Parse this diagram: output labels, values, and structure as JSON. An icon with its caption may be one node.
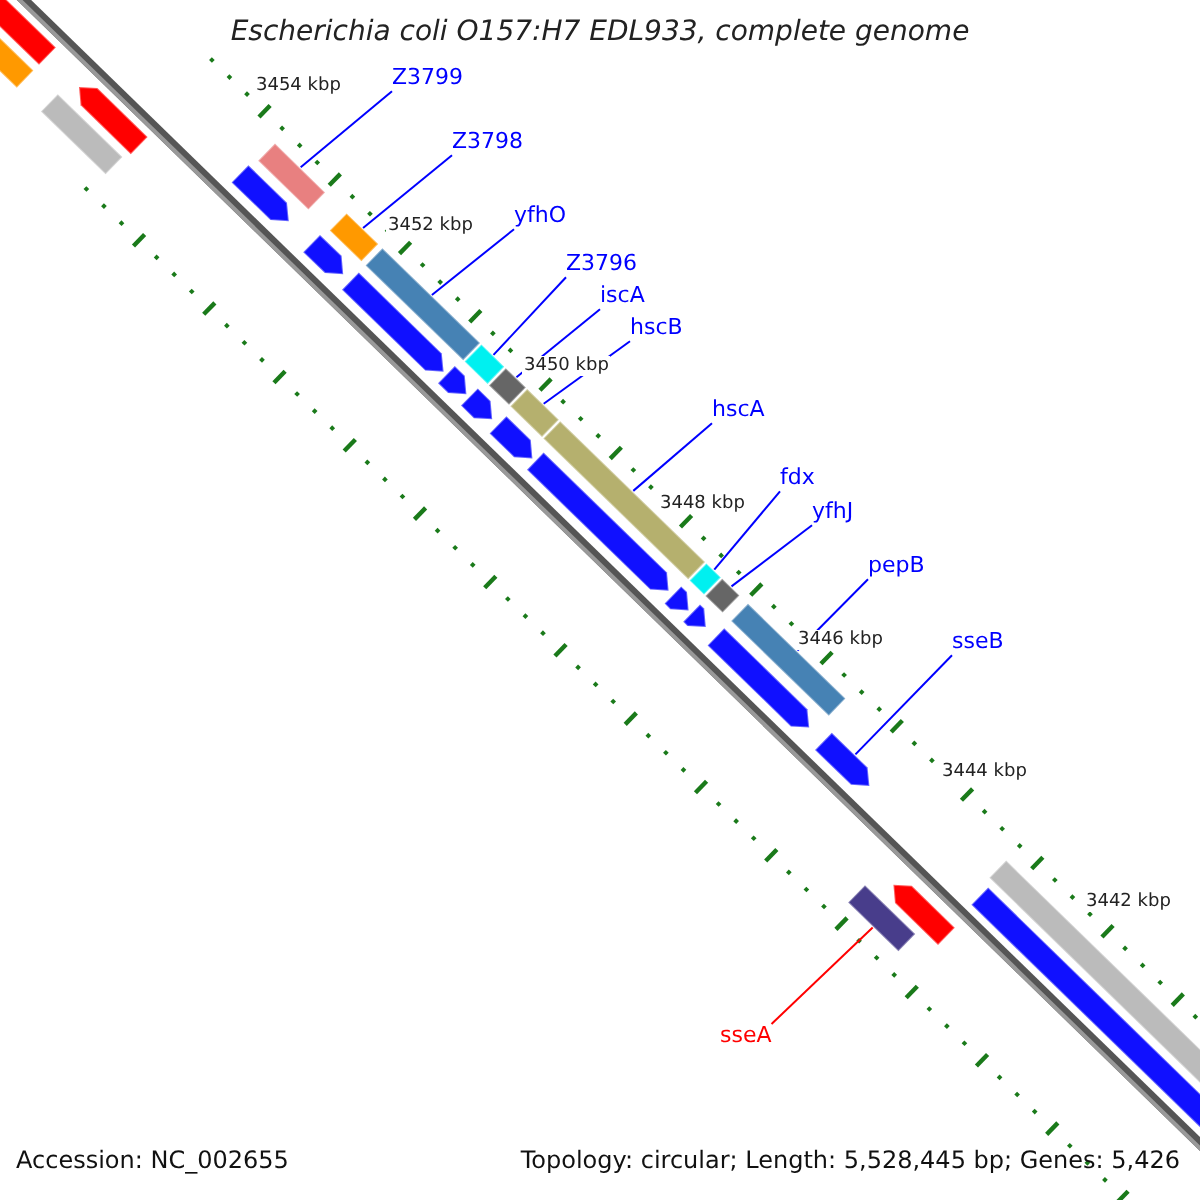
{
  "diagram": {
    "title": "Escherichia coli O157:H7 EDL933, complete genome",
    "nodes": [
      {
        "text": [
          "Z3799"
        ]
      },
      {
        "text": [
          "Z3798"
        ]
      },
      {
        "text": [
          "yfhO"
        ]
      },
      {
        "text": [
          "Z3796"
        ]
      },
      {
        "text": [
          "iscA"
        ]
      },
      {
        "text": [
          "hscB"
        ]
      },
      {
        "text": [
          "hscA"
        ]
      },
      {
        "text": [
          "fdx"
        ]
      },
      {
        "text": [
          "yfhJ"
        ]
      },
      {
        "text": [
          "pepB"
        ]
      },
      {
        "text": [
          "sseB"
        ]
      },
      {
        "text": [
          "sseA"
        ]
      },
      {
        "text": [],
        "shape": "bar"
      },
      {
        "text": [],
        "shape": "bar"
      },
      {
        "text": [],
        "shape": "bar"
      },
      {
        "text": [],
        "shape": "bar"
      },
      {
        "text": [],
        "shape": "bar"
      },
      {
        "text": [],
        "shape": "bar"
      },
      {
        "text": [],
        "shape": "bar"
      },
      {
        "text": [],
        "shape": "bar"
      },
      {
        "text": [],
        "shape": "bar"
      },
      {
        "text": [],
        "shape": "bar"
      },
      {
        "text": [],
        "shape": "arrow"
      },
      {
        "text": [],
        "shape": "bar"
      }
    ],
    "edges": [
      {
        "from": 0,
        "to": 12,
        "arrow": "none"
      },
      {
        "from": 1,
        "to": 13,
        "arrow": "none"
      },
      {
        "from": 2,
        "to": 14,
        "arrow": "none"
      },
      {
        "from": 3,
        "to": 15,
        "arrow": "none"
      },
      {
        "from": 4,
        "to": 16,
        "arrow": "none"
      },
      {
        "from": 5,
        "to": 17,
        "arrow": "none"
      },
      {
        "from": 6,
        "to": 18,
        "arrow": "none"
      },
      {
        "from": 7,
        "to": 19,
        "arrow": "none"
      },
      {
        "from": 8,
        "to": 20,
        "arrow": "none"
      },
      {
        "from": 9,
        "to": 21,
        "arrow": "none"
      },
      {
        "from": 10,
        "to": 22,
        "arrow": "none"
      },
      {
        "from": 11,
        "to": 23,
        "arrow": "none",
        "color": "#ff0000"
      }
    ],
    "labels": [
      "3454 kbp",
      "3452 kbp",
      "3450 kbp",
      "3448 kbp",
      "3446 kbp",
      "3444 kbp",
      "3442 kbp",
      "Accession: NC_002655",
      "Topology: circular; Length: 5,528,445 bp; Genes: 5,426"
    ]
  }
}
